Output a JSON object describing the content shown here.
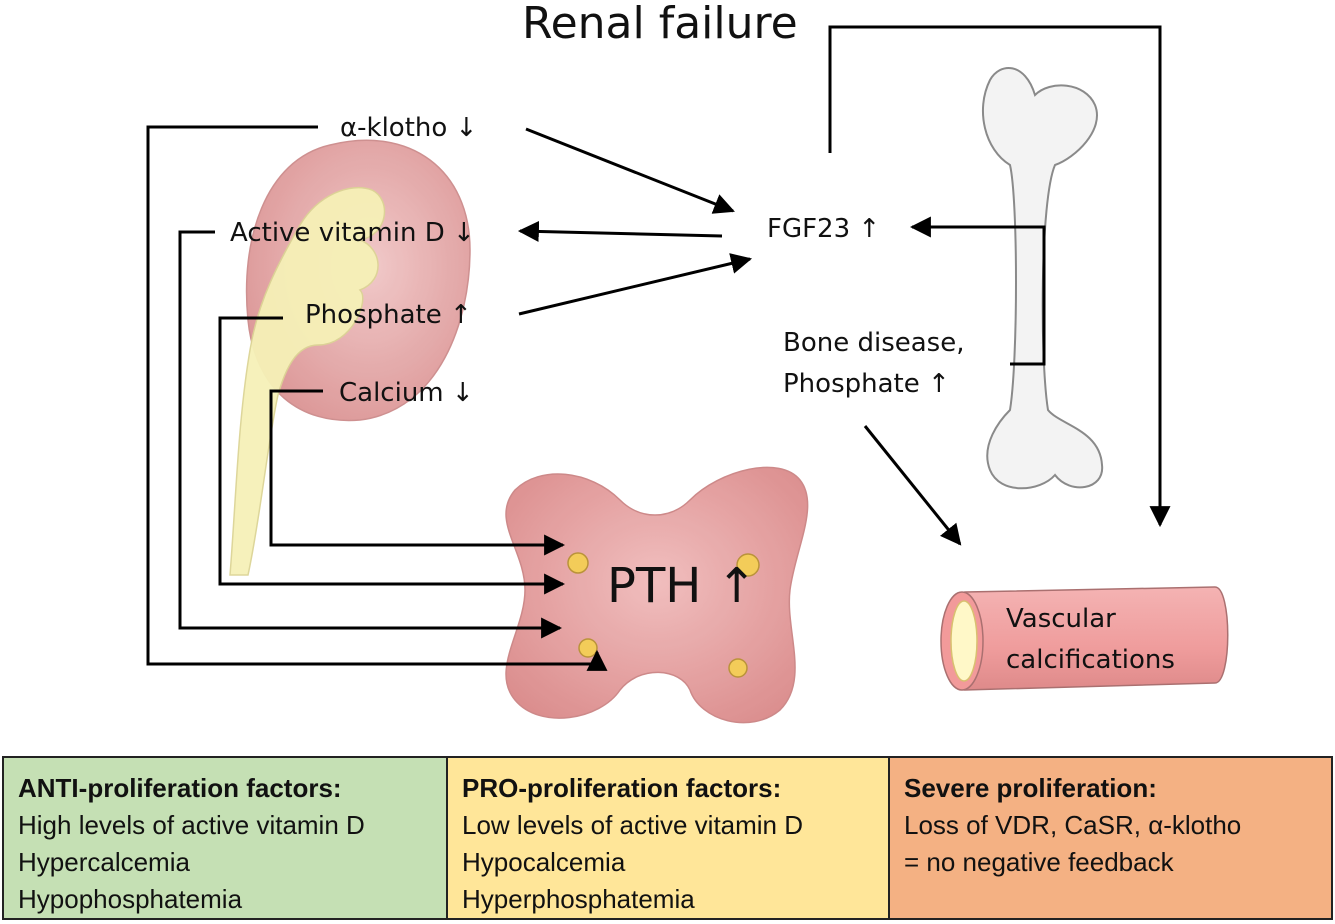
{
  "title": "Renal failure",
  "labels": {
    "klotho": "α-klotho ↓",
    "vitd": "Active vitamin D ↓",
    "phosphate": "Phosphate ↑",
    "calcium": "Calcium ↓",
    "fgf23": "FGF23 ↑",
    "bone_line1": "Bone disease,",
    "bone_line2": "Phosphate ↑",
    "pth": "PTH ↑",
    "vascular_line1": "Vascular",
    "vascular_line2": "calcifications"
  },
  "boxes": {
    "anti": {
      "heading": "ANTI-proliferation factors:",
      "lines": [
        "High levels of active vitamin D",
        "Hypercalcemia",
        "Hypophosphatemia"
      ],
      "color": "#c5e0b4"
    },
    "pro": {
      "heading": "PRO-proliferation factors:",
      "lines": [
        "Low levels of active vitamin D",
        "Hypocalcemia",
        "Hyperphosphatemia"
      ],
      "color": "#ffe699"
    },
    "severe": {
      "heading": "Severe proliferation:",
      "lines": [
        "Loss of VDR, CaSR, α-klotho",
        "= no negative feedback"
      ],
      "color": "#f4b183"
    }
  },
  "colors": {
    "kidney": "#e8a7a7",
    "ureter": "#f5f0a8",
    "parathyroid": "#e69a9a",
    "nodule": "#f2c84b",
    "bone": "#f2f2f2",
    "vessel": "#f29a9a",
    "line": "#000000"
  }
}
